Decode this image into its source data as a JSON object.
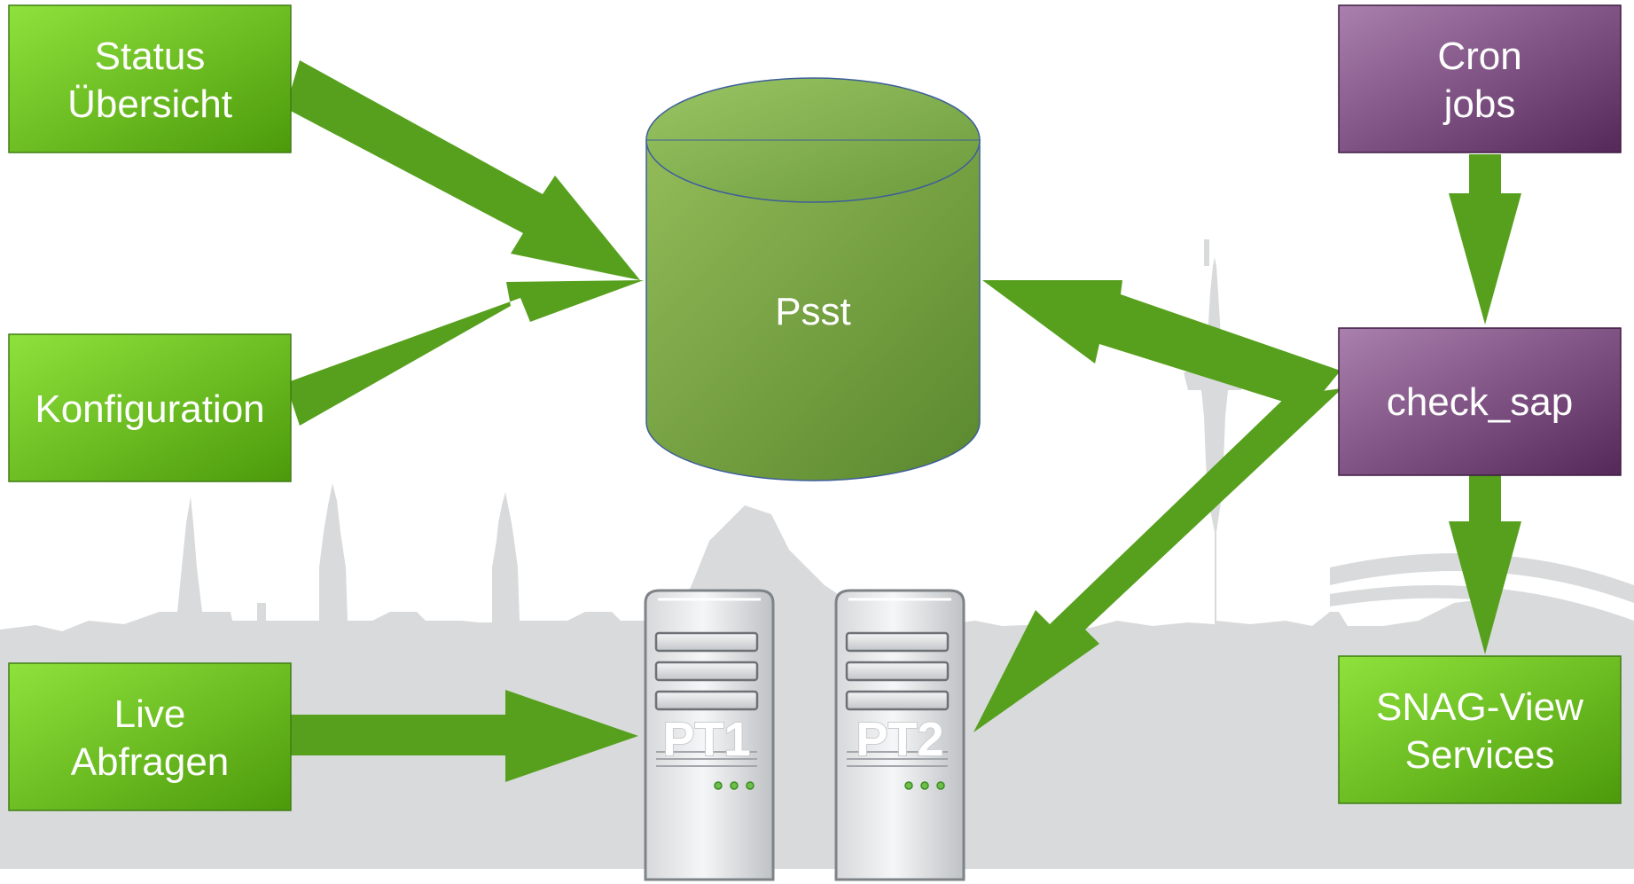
{
  "boxes": {
    "status": {
      "line1": "Status",
      "line2": "Übersicht"
    },
    "konfiguration": {
      "label": "Konfiguration"
    },
    "live": {
      "line1": "Live",
      "line2": "Abfragen"
    },
    "cron": {
      "line1": "Cron",
      "line2": "jobs"
    },
    "check_sap": {
      "label": "check_sap"
    },
    "snag": {
      "line1": "SNAG-View",
      "line2": "Services"
    }
  },
  "database": {
    "label": "Psst"
  },
  "servers": [
    {
      "label": "PT1"
    },
    {
      "label": "PT2"
    }
  ],
  "colors": {
    "green_box_light": "#8de03b",
    "green_box_dark": "#4f9e0d",
    "purple_box_light": "#a77dab",
    "purple_box_dark": "#5a2c5e",
    "arrow": "#56a01e",
    "cylinder_light": "#94bd5c",
    "cylinder_dark": "#5b8a2f",
    "skyline": "#d9dadb"
  }
}
